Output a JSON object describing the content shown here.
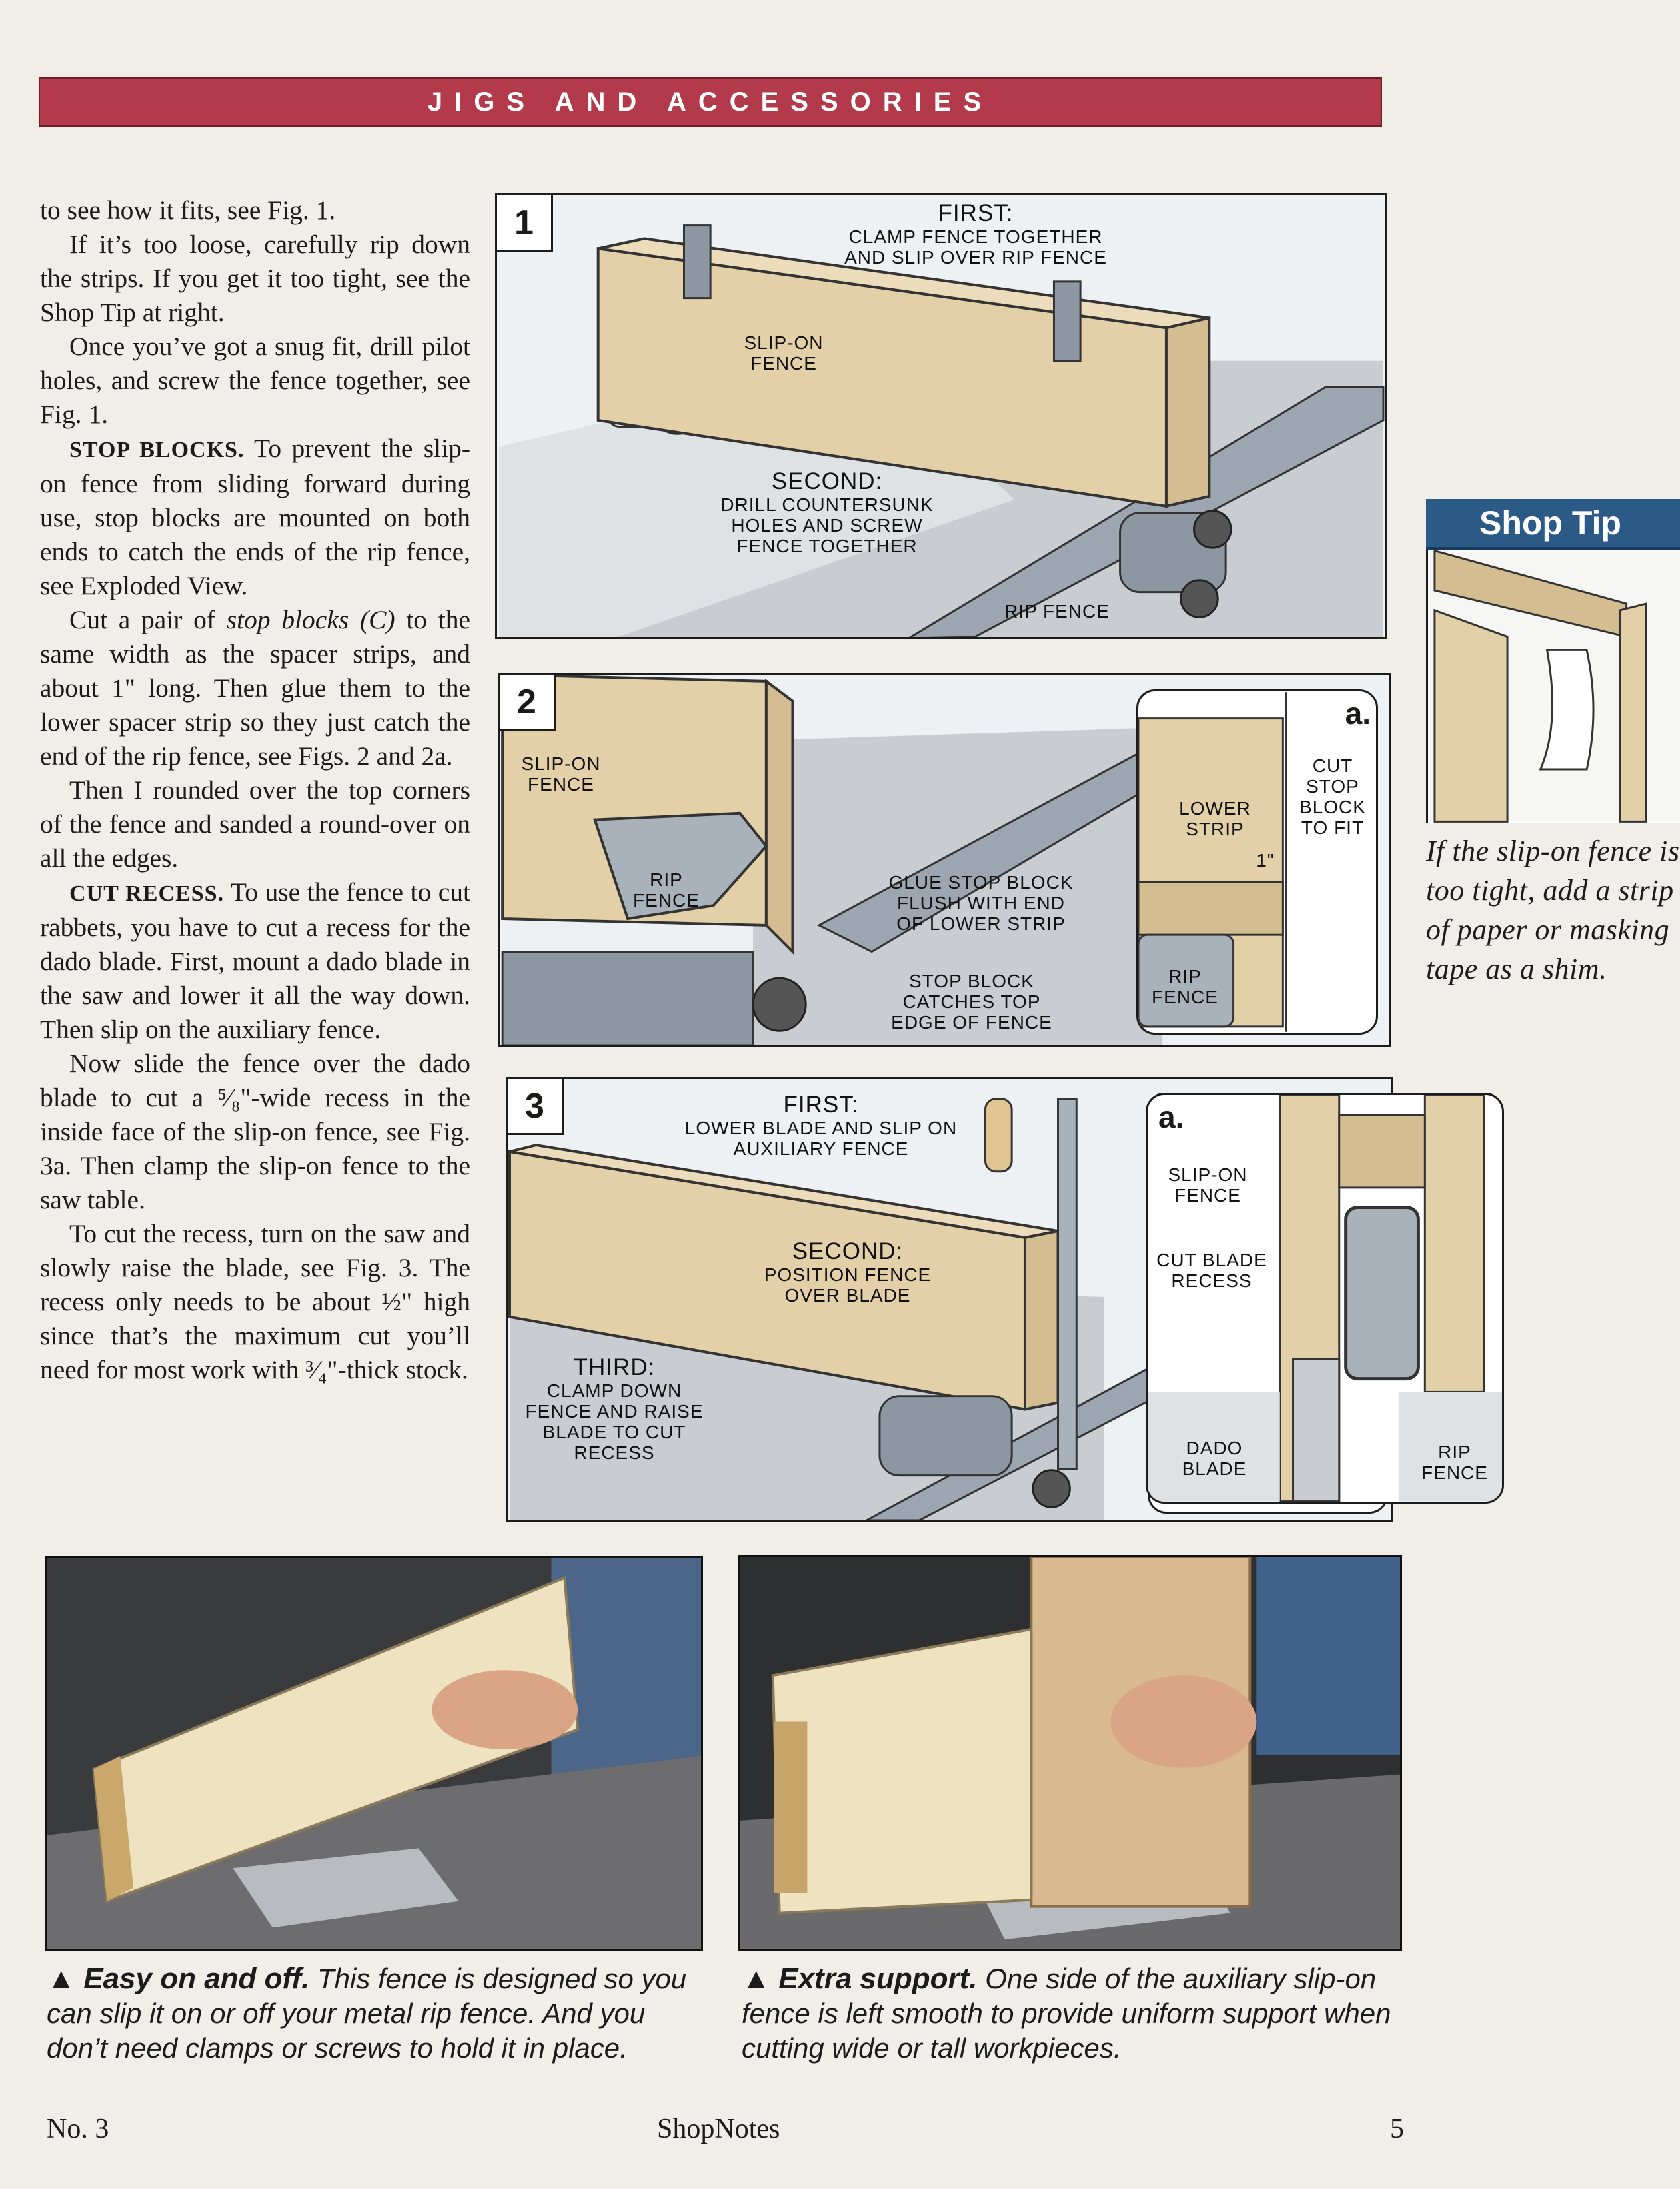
{
  "header": {
    "title": "JIGS AND ACCESSORIES"
  },
  "body": {
    "p1": "to see how it fits, see Fig. 1.",
    "p2": "If it’s too loose, carefully rip down the strips. If you get it too tight, see the Shop Tip at right.",
    "p3": "Once you’ve got a snug fit, drill pilot holes, and screw the fence together, see Fig. 1.",
    "p4_head": "STOP BLOCKS.",
    "p4": "To prevent the slip-on fence from sliding forward during use, stop blocks are mounted on both ends to catch the ends of the rip fence, see Exploded View.",
    "p5_a": "Cut a pair of",
    "p5_em": "stop blocks (C)",
    "p5_b": "to the same width as the spacer strips, and about 1\" long. Then glue them to the lower spacer strip so they just catch the end of the rip fence, see Figs. 2 and 2a.",
    "p6": "Then I rounded over the top corners of the fence and sanded a round-over on all the edges.",
    "p7_head": "CUT RECESS.",
    "p7": "To use the fence to cut rabbets, you have to cut a recess for the dado blade. First, mount a dado blade in the saw and lower it all the way down. Then slip on the auxiliary fence.",
    "p8": "Now slide the fence over the dado blade to cut a ⁵⁄₈\"-wide recess in the inside face of the slip-on fence, see Fig. 3a. Then clamp the slip-on fence to the saw table.",
    "p9": "To cut the recess, turn on the saw and slowly raise the blade, see Fig. 3. The recess only needs to be about ½\" high since that’s the maximum cut you’ll need for most work with ³⁄₄\"-thick stock."
  },
  "fig1": {
    "number": "1",
    "first_head": "FIRST:",
    "first_text": "CLAMP FENCE TOGETHER AND SLIP OVER RIP FENCE",
    "slip_on": "SLIP-ON FENCE",
    "second_head": "SECOND:",
    "second_text": "DRILL COUNTERSUNK HOLES AND SCREW FENCE TOGETHER",
    "rip_fence": "RIP FENCE"
  },
  "fig2": {
    "number": "2",
    "slip_on": "SLIP-ON FENCE",
    "rip_fence": "RIP FENCE",
    "glue": "GLUE STOP BLOCK FLUSH WITH END OF LOWER STRIP",
    "stop": "STOP BLOCK CATCHES TOP EDGE OF FENCE",
    "detail_letter": "a.",
    "lower_strip": "LOWER STRIP",
    "one_inch": "1\"",
    "cut_stop": "CUT STOP BLOCK TO FIT",
    "detail_rip": "RIP FENCE"
  },
  "fig3": {
    "number": "3",
    "first_head": "FIRST:",
    "first_text": "LOWER BLADE AND SLIP ON AUXILIARY FENCE",
    "second_head": "SECOND:",
    "second_text": "POSITION FENCE OVER BLADE",
    "third_head": "THIRD:",
    "third_text": "CLAMP DOWN FENCE AND RAISE BLADE TO CUT RECESS",
    "detail_letter": "a.",
    "slip_on": "SLIP-ON FENCE",
    "cut_blade": "CUT BLADE RECESS",
    "dado": "DADO BLADE",
    "rip_fence": "RIP FENCE"
  },
  "shop_tip": {
    "title": "Shop Tip",
    "caption": "If the slip-on fence is too tight, add a strip of paper or masking tape as a shim."
  },
  "captions": {
    "left_head": "Easy on and off.",
    "left_text": "This fence is designed so you can slip it on or off your metal rip fence. And you don’t need clamps or screws to hold it in place.",
    "right_head": "Extra support.",
    "right_text": "One side of the auxiliary slip-on fence is left smooth to provide uniform support when cutting wide or tall workpieces."
  },
  "footer": {
    "issue": "No. 3",
    "magazine": "ShopNotes",
    "page": "5"
  },
  "colors": {
    "header": "#b23a4a",
    "shop_tip": "#2b5a86",
    "wood": "#e3cfa8",
    "steel": "#a9b1ba"
  }
}
